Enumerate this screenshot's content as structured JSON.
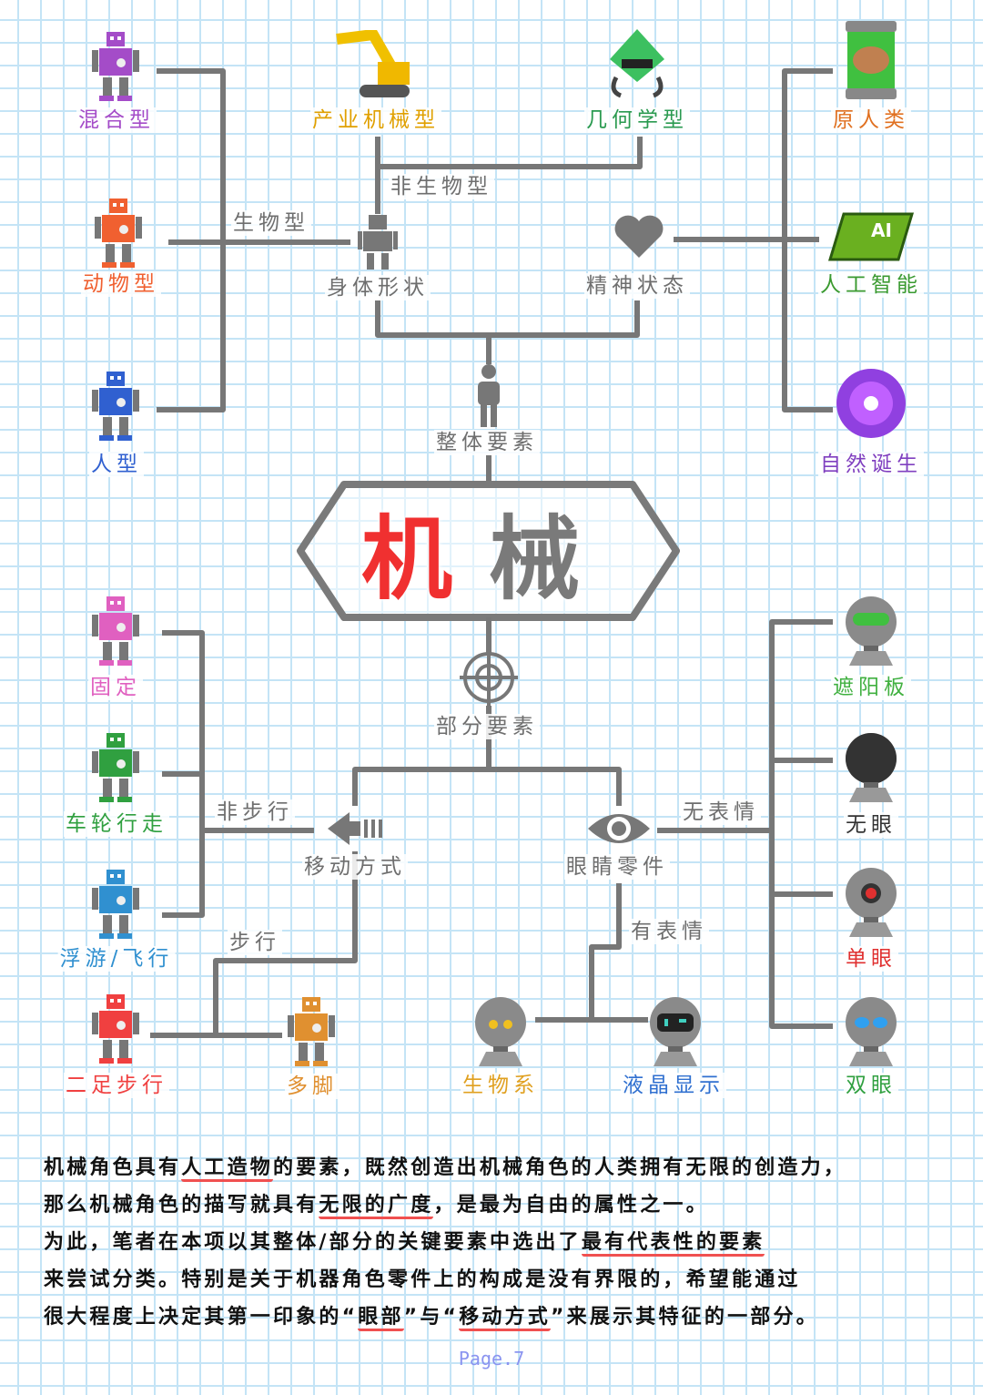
{
  "title": {
    "char1": "机",
    "char2": "械"
  },
  "overall": {
    "label": "整体要素",
    "body_shape": {
      "label": "身体形状",
      "biological": "生物型",
      "non_biological": "非生物型",
      "types": [
        {
          "label": "混合型",
          "color": "#a44cc8"
        },
        {
          "label": "动物型",
          "color": "#f06030"
        },
        {
          "label": "人型",
          "color": "#3060d0"
        },
        {
          "label": "产业机械型",
          "color": "#e0a000"
        },
        {
          "label": "几何学型",
          "color": "#2a9a50"
        }
      ]
    },
    "mental_state": {
      "label": "精神状态",
      "types": [
        {
          "label": "原人类",
          "color": "#e07020"
        },
        {
          "label": "人工智能",
          "color": "#3a9a30"
        },
        {
          "label": "自然诞生",
          "color": "#8040c0"
        }
      ]
    }
  },
  "partial": {
    "label": "部分要素",
    "movement": {
      "label": "移动方式",
      "non_walking": "非步行",
      "walking": "步行",
      "types": [
        {
          "label": "固定",
          "color": "#e060c0"
        },
        {
          "label": "车轮行走",
          "color": "#30a040"
        },
        {
          "label": "浮游/飞行",
          "color": "#3090d0"
        },
        {
          "label": "二足步行",
          "color": "#f04040"
        },
        {
          "label": "多脚",
          "color": "#e09030"
        }
      ]
    },
    "eyes": {
      "label": "眼睛零件",
      "expressionless": "无表情",
      "expressive": "有表情",
      "types": [
        {
          "label": "遮阳板",
          "color": "#40b040"
        },
        {
          "label": "无眼",
          "color": "#333333"
        },
        {
          "label": "单眼",
          "color": "#e03030"
        },
        {
          "label": "双眼",
          "color": "#30a040"
        },
        {
          "label": "生物系",
          "color": "#e0a020"
        },
        {
          "label": "液晶显示",
          "color": "#3070d0"
        }
      ]
    }
  },
  "paragraph": {
    "l1a": "机械角色具有",
    "l1u": "人工造物",
    "l1b": "的要素，既然创造出机械角色的人类拥有无限的创造力，",
    "l2a": "那么机械角色的描写就具有",
    "l2u": "无限的广度",
    "l2b": "，是最为自由的属性之一。",
    "l3a": "为此，笔者在本项以其整体/部分的关键要素中选出了",
    "l3u": "最有代表性的要素",
    "l4": "来尝试分类。特别是关于机器角色零件上的构成是没有界限的，希望能通过",
    "l5a": "很大程度上决定其第一印象的“",
    "l5u1": "眼部",
    "l5b": "”与“",
    "l5u2": "移动方式",
    "l5c": "”来展示其特征的一部分。"
  },
  "page": "Page.7"
}
